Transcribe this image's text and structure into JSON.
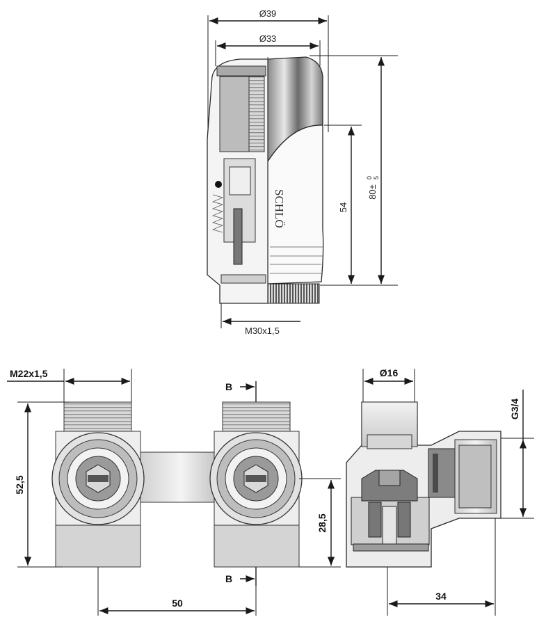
{
  "thermostat_head": {
    "dim_outer_diameter": "Ø39",
    "dim_inner_diameter": "Ø33",
    "dim_total_height": "80±",
    "dim_total_height_tol_upper": "0",
    "dim_total_height_tol_lower": "5",
    "dim_body_height": "54",
    "dim_thread": "M30x1,5",
    "brand_text": "SCHLÖ"
  },
  "valve_front": {
    "dim_thread": "M22x1,5",
    "dim_height": "52,5",
    "dim_port_height": "28,5",
    "dim_spacing": "50",
    "section_mark_top": "B",
    "section_mark_bottom": "B"
  },
  "valve_section": {
    "dim_diameter": "Ø16",
    "dim_thread": "G3/4",
    "dim_depth": "34"
  }
}
